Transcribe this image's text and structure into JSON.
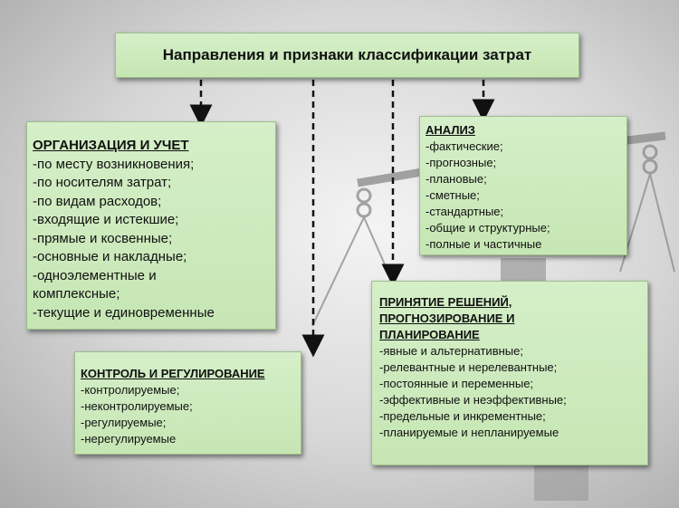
{
  "title": "Направления и признаки классификации затрат",
  "organization": {
    "heading": "ОРГАНИЗАЦИЯ И УЧЕТ",
    "items": [
      "-по месту возникновения;",
      "-по носителям затрат;",
      "-по видам расходов;",
      "-входящие и истекшие;",
      "-прямые и косвенные;",
      "-основные и накладные;",
      "-одноэлементные и",
      "комплексные;",
      "-текущие и единовременные"
    ]
  },
  "analysis": {
    "heading": "АНАЛИЗ",
    "items": [
      "-фактические;",
      "-прогнозные;",
      "-плановые;",
      "-сметные;",
      "-стандартные;",
      "-общие и структурные;",
      "-полные и частичные"
    ]
  },
  "decisions": {
    "heading_lines": [
      "ПРИНЯТИЕ РЕШЕНИЙ,",
      "ПРОГНОЗИРОВАНИЕ И",
      "ПЛАНИРОВАНИЕ"
    ],
    "items": [
      "-явные и альтернативные;",
      "-релевантные и нерелевантные;",
      "-постоянные и переменные;",
      "-эффективные и неэффективные;",
      "-предельные и инкрементные;",
      "-планируемые и непланируемые"
    ]
  },
  "control": {
    "heading": "КОНТРОЛЬ И РЕГУЛИРОВАНИЕ",
    "items": [
      "-контролируемые;",
      "-неконтролируемые;",
      "-регулируемые;",
      "-нерегулируемые"
    ]
  }
}
